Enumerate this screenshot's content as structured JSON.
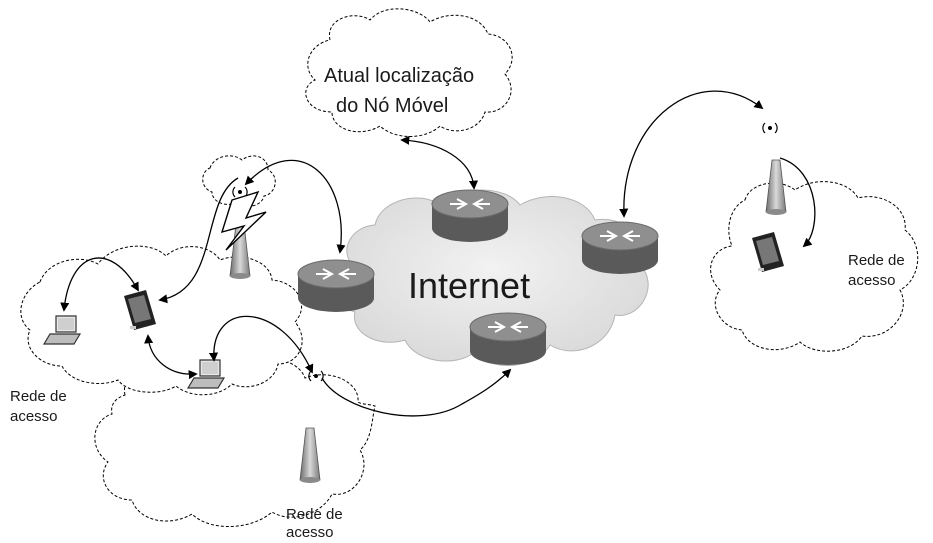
{
  "labels": {
    "current_location": [
      "Atual localização",
      "do Nó Móvel"
    ],
    "internet": "Internet",
    "access_network_left": [
      "Rede de",
      "acesso"
    ],
    "access_network_bottom": [
      "Rede de",
      "acesso"
    ],
    "access_network_right": [
      "Rede de",
      "acesso"
    ]
  },
  "icons": [
    "router-icon",
    "antenna-tower-icon",
    "laptop-icon",
    "mobile-device-icon",
    "lightning-icon",
    "cloud-icon"
  ],
  "colors": {
    "router_top": "#8f8f8f",
    "router_side": "#5a5a5a",
    "internet_cloud": "#e6e6e6",
    "line": "#000000"
  }
}
